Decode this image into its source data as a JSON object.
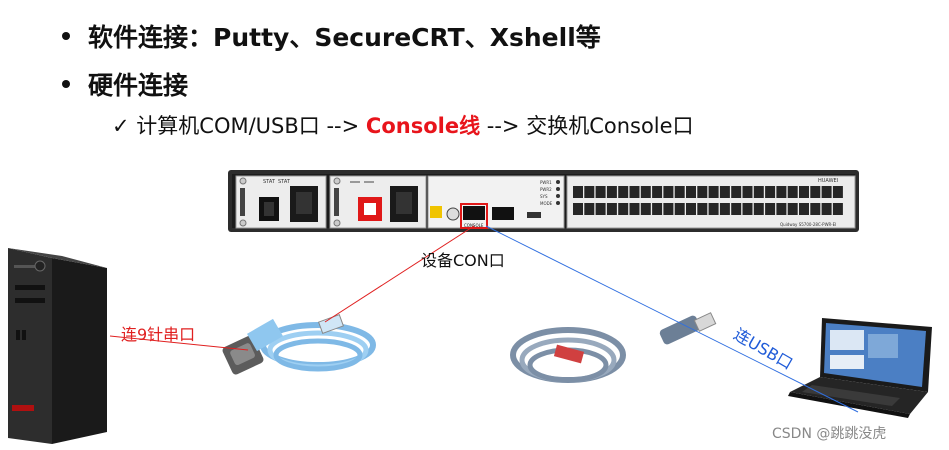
{
  "bullets": {
    "software": "软件连接：Putty、SecureCRT、Xshell等",
    "hardware": "硬件连接"
  },
  "connection_path": {
    "check": "✓",
    "part1": "计算机COM/USB口 -->",
    "highlight": "Console线",
    "part2": "--> 交换机Console口"
  },
  "switch": {
    "brand": "HUAWEI",
    "model": "Quidway S5700-28C-PWR-EI",
    "console_port_label": "CONSOLE",
    "status_leds": [
      "PWR1",
      "PWR2",
      "SYS",
      "MODE"
    ],
    "psu_labels": [
      "STAT",
      "STAT"
    ]
  },
  "labels": {
    "device_con": "设备CON口",
    "serial_9pin": "连9针串口",
    "usb": "连USB口"
  },
  "watermark": "CSDN @跳跳没虎",
  "colors": {
    "highlight_red": "#e8141b",
    "usb_blue": "#1f5bd8",
    "cable_blue": "#8fc7ef"
  }
}
